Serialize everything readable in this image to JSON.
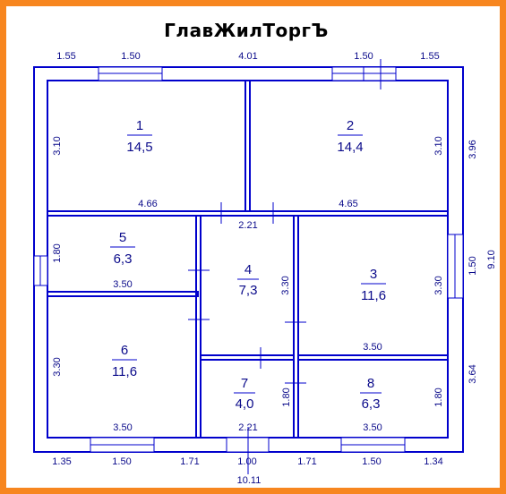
{
  "title": "ГлавЖилТоргЪ",
  "colors": {
    "frame": "#f7861f",
    "walls": "#0000cc",
    "text": "#0a0a8a"
  },
  "rooms": [
    {
      "num": "1",
      "area": "14,5"
    },
    {
      "num": "2",
      "area": "14,4"
    },
    {
      "num": "3",
      "area": "11,6"
    },
    {
      "num": "4",
      "area": "7,3"
    },
    {
      "num": "5",
      "area": "6,3"
    },
    {
      "num": "6",
      "area": "11,6"
    },
    {
      "num": "7",
      "area": "4,0"
    },
    {
      "num": "8",
      "area": "6,3"
    }
  ],
  "dimensions": {
    "top": [
      "1.55",
      "1.50",
      "4.01",
      "1.50",
      "1.55"
    ],
    "bottom": [
      "1.35",
      "1.50",
      "1.71",
      "1.00",
      "1.71",
      "1.50",
      "1.34"
    ],
    "total_width": "10.11",
    "right": [
      "3.96",
      "1.50",
      "3.64"
    ],
    "total_height": "9.10",
    "inner": {
      "r1_width": "4.66",
      "r1_height": "3.10",
      "r2_width": "4.65",
      "r2_height": "3.10",
      "corridor_width": "2.21",
      "r5_height": "1.80",
      "r5_width": "3.50",
      "r4_height": "3.30",
      "r3_height": "3.30",
      "r3_width": "3.50",
      "r6_height": "3.30",
      "r6_width": "3.50",
      "r7_height": "1.80",
      "r7_width": "2.21",
      "r8_height": "1.80",
      "r8_width": "3.50"
    }
  }
}
